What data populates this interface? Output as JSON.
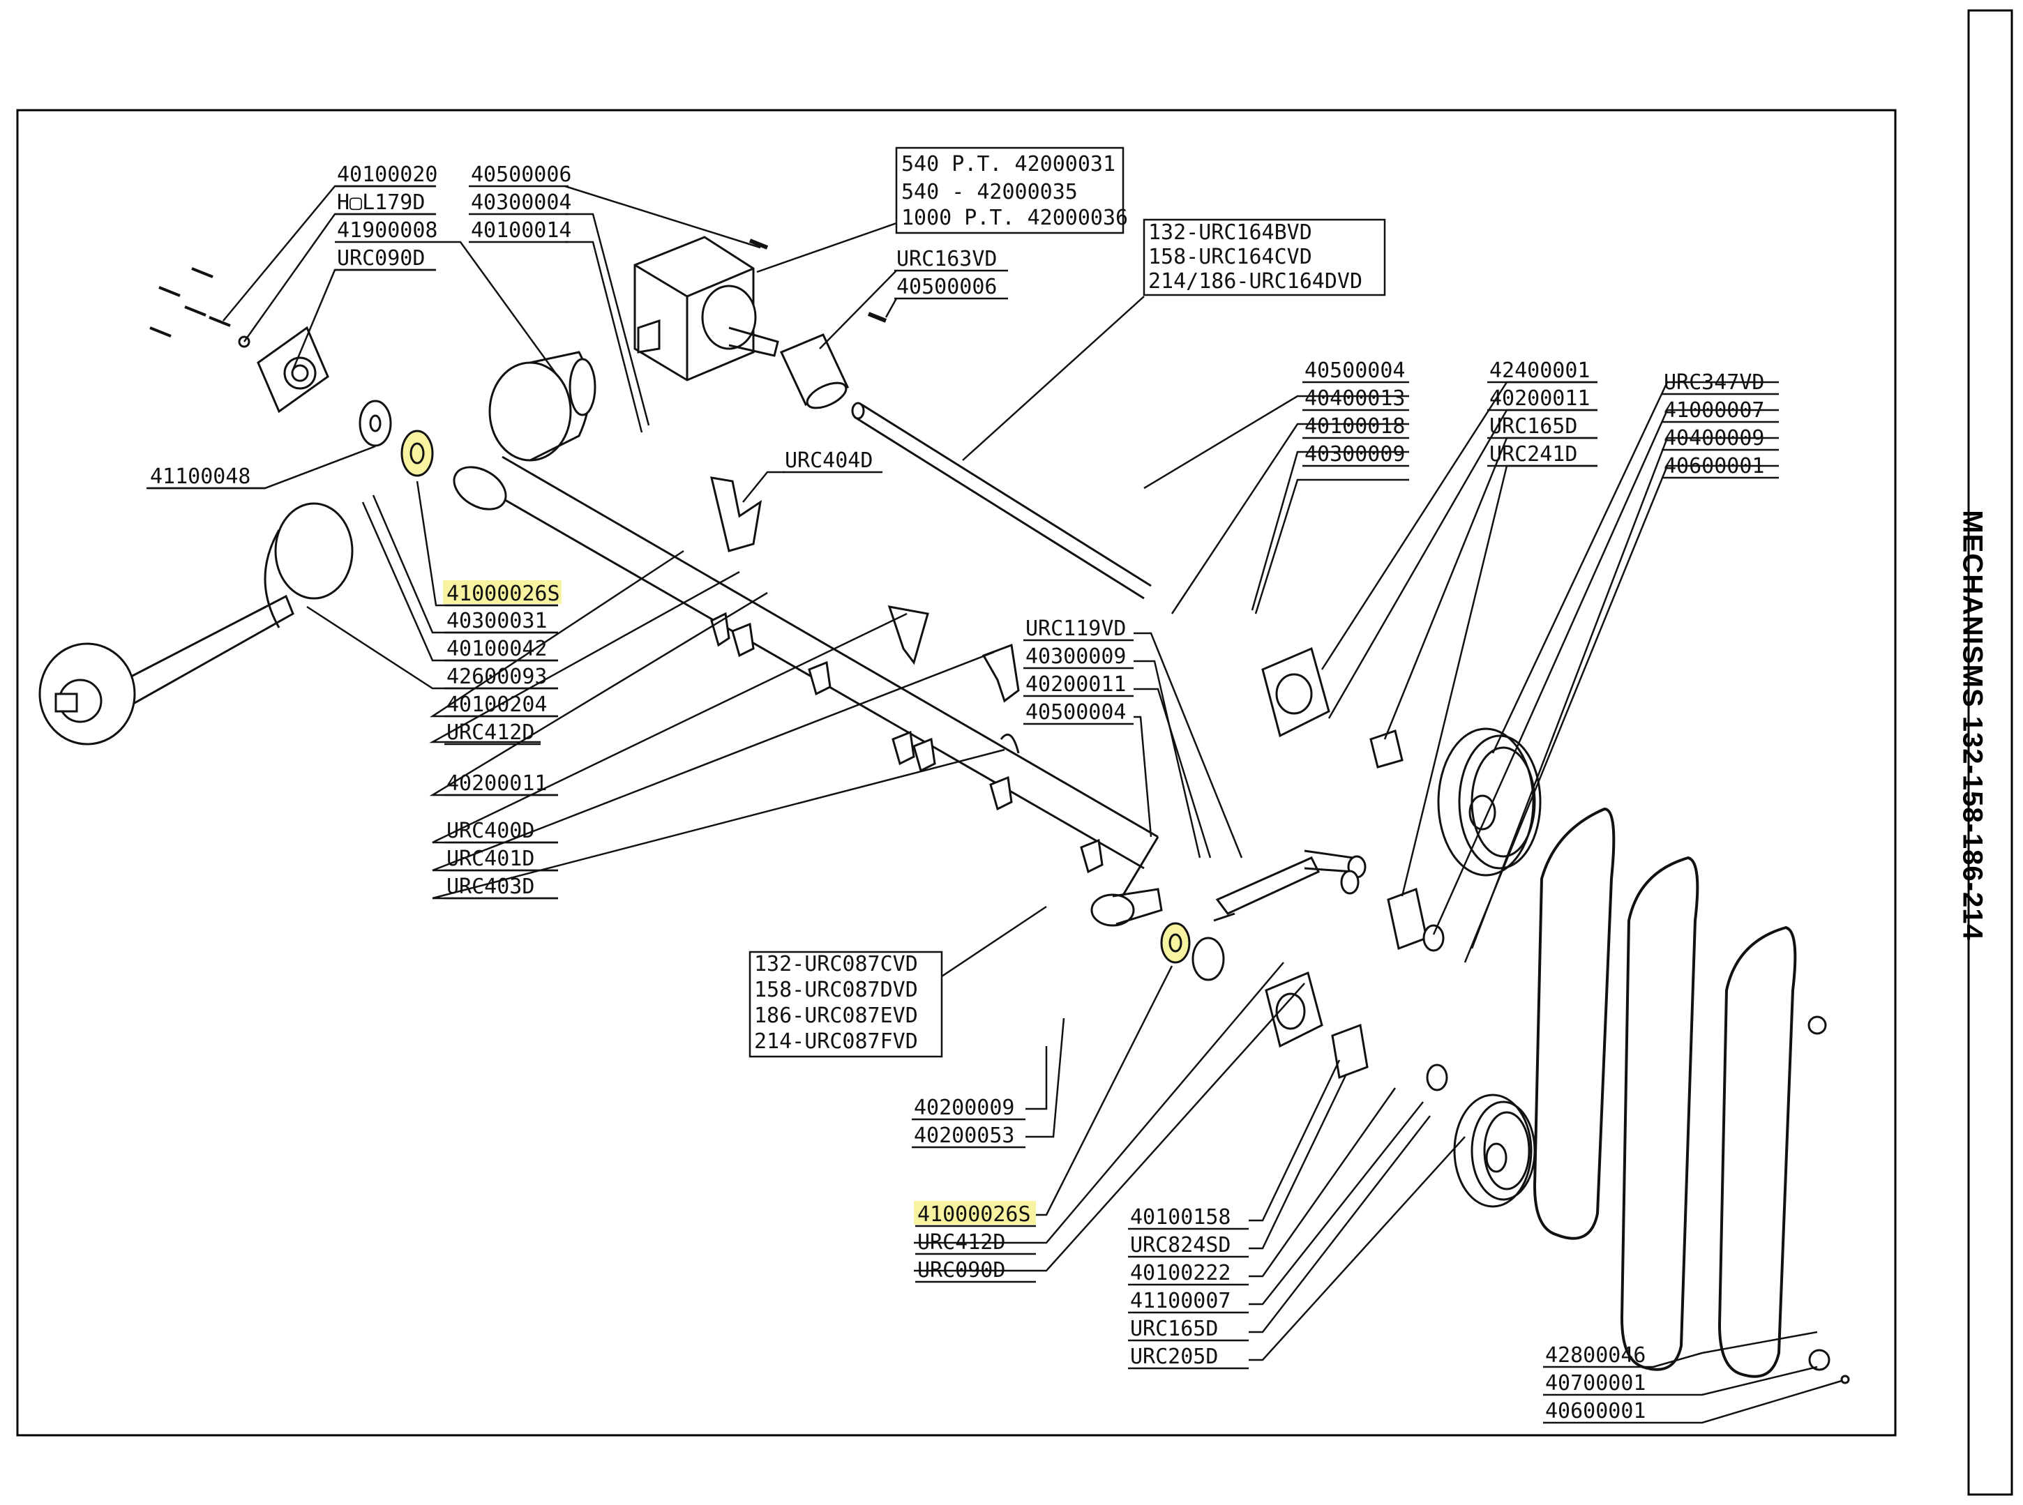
{
  "side_title": "MECHANISMS 132-158-186-214",
  "highlight_color": "#f7f3a0",
  "labels": {
    "l_40100020": "40100020",
    "l_hol179d": "H▢L179D",
    "l_41900008": "41900008",
    "l_urc090d_top": "URC090D",
    "l_40500006_top": "40500006",
    "l_40300004": "40300004",
    "l_40100014": "40100014",
    "l_41100048": "41100048",
    "l_urc163vd": "URC163VD",
    "l_40500006_b": "40500006",
    "l_urc404d": "URC404D",
    "l_41000026s_top": "41000026S",
    "l_40300031": "40300031",
    "l_40100042": "40100042",
    "l_42600093": "42600093",
    "l_40100204": "40100204",
    "l_urc412d_top": "URC412D",
    "l_40200011_left": "40200011",
    "l_urc400d": "URC400D",
    "l_urc401d": "URC401D",
    "l_urc403d": "URC403D",
    "l_40500004_top": "40500004",
    "l_40400013": "40400013",
    "l_40100018": "40100018",
    "l_40300009_top": "40300009",
    "l_42400001": "42400001",
    "l_40200011_top": "40200011",
    "l_urc165d_top": "URC165D",
    "l_urc241d": "URC241D",
    "l_urc347vd": "URC347VD",
    "l_41000007": "41000007",
    "l_40400009": "40400009",
    "l_40600001_top": "40600001",
    "l_urc119vd": "URC119VD",
    "l_40300009_mid": "40300009",
    "l_40200011_mid": "40200011",
    "l_40500004_mid": "40500004",
    "l_40200009": "40200009",
    "l_40200053": "40200053",
    "l_41000026s_bot": "41000026S",
    "l_urc412d_bot": "URC412D",
    "l_urc090d_bot": "URC090D",
    "l_40100158": "40100158",
    "l_urc824sd": "URC824SD",
    "l_40100222": "40100222",
    "l_41100007": "41100007",
    "l_urc165d_bot": "URC165D",
    "l_urc205d": "URC205D",
    "l_42800046": "42800046",
    "l_40700001": "40700001",
    "l_40600001_bot": "40600001"
  },
  "boxes": {
    "gearbox": [
      "540   P.T. 42000031",
      "540     - 42000035",
      "1000 P.T. 42000036"
    ],
    "shaft": [
      "132-URC164BVD",
      "158-URC164CVD",
      "214/186-URC164DVD"
    ],
    "roller": [
      "132-URC087CVD",
      "158-URC087DVD",
      "186-URC087EVD",
      "214-URC087FVD"
    ]
  }
}
